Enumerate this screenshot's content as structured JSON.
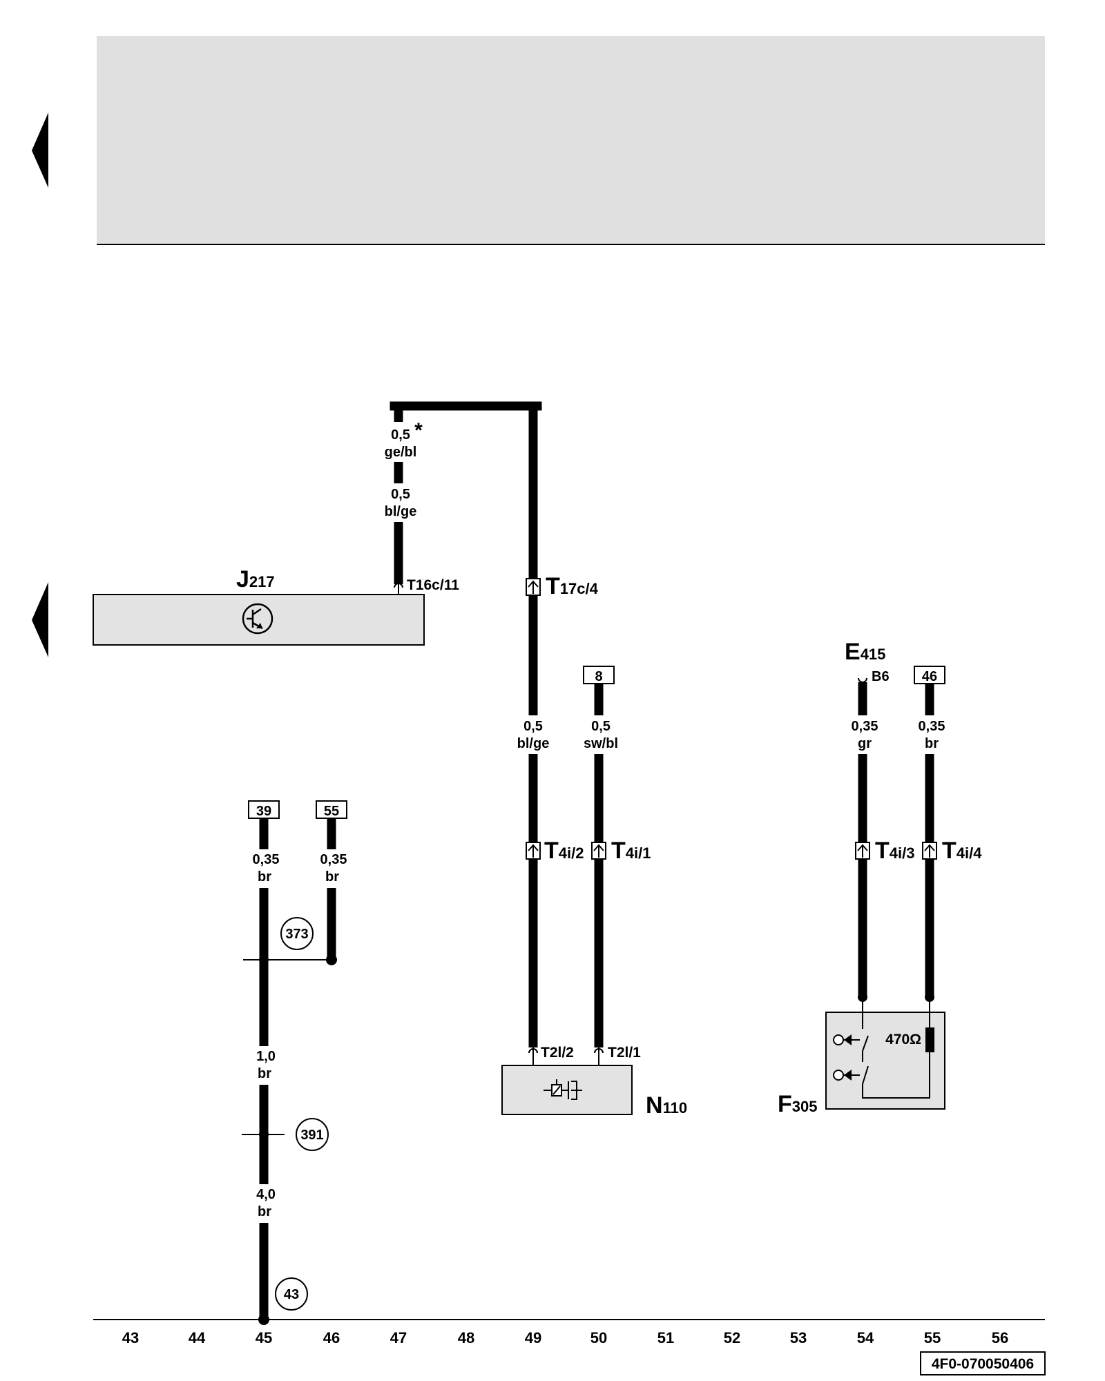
{
  "components": {
    "j217": {
      "letter": "J",
      "number": "217",
      "pin": "T16c/11"
    },
    "n110": {
      "letter": "N",
      "number": "110",
      "pins": [
        "T2l/2",
        "T2l/1"
      ]
    },
    "f305": {
      "letter": "F",
      "number": "305",
      "resistor": "470Ω"
    },
    "e415": {
      "letter": "E",
      "number": "415",
      "pin": "B6"
    }
  },
  "connectors": {
    "t17c4": {
      "letter": "T",
      "sub": "17c/4"
    },
    "t4i2": {
      "letter": "T",
      "sub": "4i/2"
    },
    "t4i1": {
      "letter": "T",
      "sub": "4i/1"
    },
    "t4i3": {
      "letter": "T",
      "sub": "4i/3"
    },
    "t4i4": {
      "letter": "T",
      "sub": "4i/4"
    }
  },
  "wires": {
    "w47_upper": {
      "size": "0,5",
      "star": "*",
      "color": "ge/bl"
    },
    "w47_lower": {
      "size": "0,5",
      "color": "bl/ge"
    },
    "w49": {
      "size": "0,5",
      "color": "bl/ge"
    },
    "w50": {
      "size": "0,5",
      "color": "sw/bl"
    },
    "w54": {
      "size": "0,35",
      "color": "gr"
    },
    "w55": {
      "size": "0,35",
      "color": "br"
    },
    "w45_top": {
      "size": "0,35",
      "color": "br"
    },
    "w46": {
      "size": "0,35",
      "color": "br"
    },
    "w45_mid": {
      "size": "1,0",
      "color": "br"
    },
    "w45_bot": {
      "size": "4,0",
      "color": "br"
    }
  },
  "refs": {
    "r8": "8",
    "r46": "46",
    "r39": "39",
    "r55": "55"
  },
  "nodes": {
    "n373": "373",
    "n391": "391",
    "n43": "43"
  },
  "grid": [
    "43",
    "44",
    "45",
    "46",
    "47",
    "48",
    "49",
    "50",
    "51",
    "52",
    "53",
    "54",
    "55",
    "56"
  ],
  "doc_id": "4F0-070050406",
  "colors": {
    "line": "#000000",
    "box_fill": "#e3e3e3",
    "header_fill": "#e0e0e0",
    "page": "#ffffff"
  }
}
